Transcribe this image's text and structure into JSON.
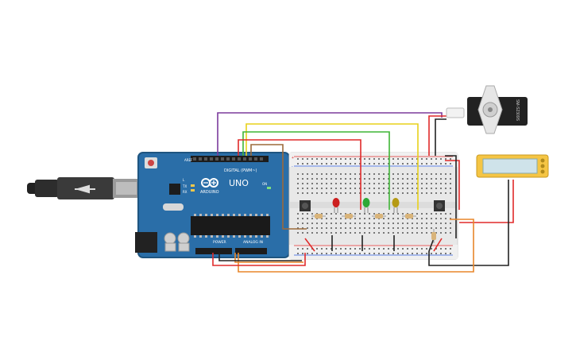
{
  "arduino": {
    "brand": "ARDUINO",
    "model": "UNO",
    "digital_header": "DIGITAL (PWM~)",
    "power_label": "POWER",
    "analog_label": "ANALOG IN",
    "aref": "AREF",
    "tx_label": "TX",
    "rx_label": "RX",
    "on_label": "ON",
    "l_label": "L"
  },
  "servo": {
    "model": "SM-S2309S"
  },
  "breadboard": {
    "rail_plus": "+",
    "rail_minus": "-"
  },
  "colors": {
    "board": "#2a6ea8",
    "board_edge": "#1f5580",
    "breadboard": "#e8e8e8",
    "lcd_frame": "#f5c544",
    "lcd_screen": "#cfe3ea",
    "servo_body": "#222222",
    "wire_purple": "#7b3a9c",
    "wire_yellow": "#e8d11a",
    "wire_green": "#3fb536",
    "wire_red": "#e02a2a",
    "wire_brown": "#9c6a3a",
    "wire_black": "#222222",
    "wire_orange": "#e8862a",
    "led_red": "#cc1f1f",
    "led_green": "#2ea836",
    "led_yellow": "#b59a14"
  },
  "icons": [
    "usb-cable-icon",
    "arduino-logo-icon",
    "servo-icon",
    "lcd-icon",
    "pushbutton-icon",
    "led-icon",
    "resistor-icon"
  ]
}
